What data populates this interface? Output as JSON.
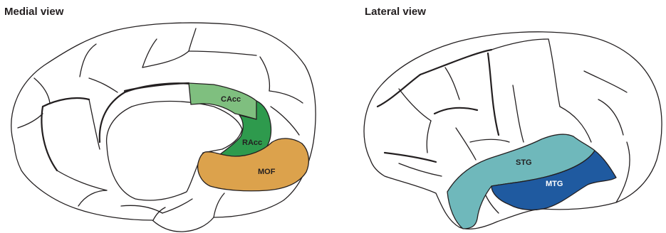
{
  "titles": {
    "medial": "Medial view",
    "lateral": "Lateral view"
  },
  "regions": {
    "cacc": {
      "label": "CAcc",
      "color": "#7fbf7f"
    },
    "racc": {
      "label": "RAcc",
      "color": "#2e9a4d"
    },
    "mof": {
      "label": "MOF",
      "color": "#dca24c"
    },
    "stg": {
      "label": "STG",
      "color": "#6fb8bb"
    },
    "mtg": {
      "label": "MTG",
      "color": "#1f5aa0"
    }
  }
}
